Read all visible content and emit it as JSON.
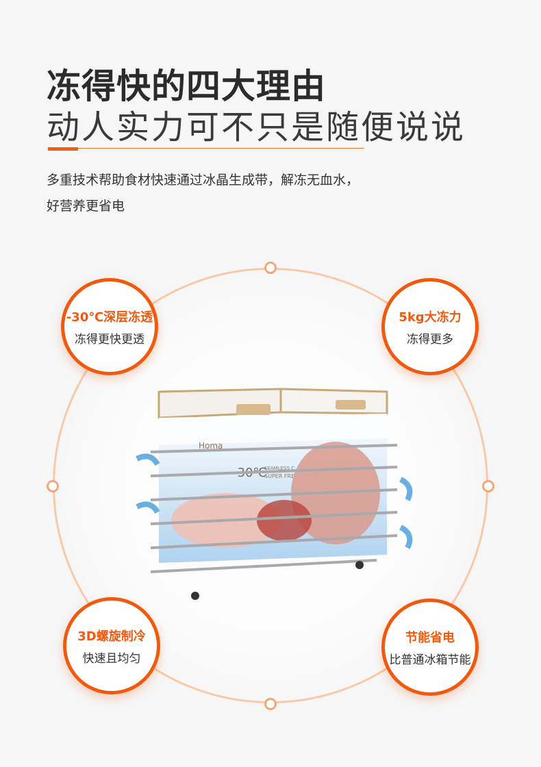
{
  "header": {
    "title": "冻得快的四大理由",
    "subtitle": "动人实力可不只是随便说说",
    "description_line1": "多重技术帮助食材快速通过冰晶生成带，解冻无血水，",
    "description_line2": "好营养更省电"
  },
  "features": [
    {
      "heading": "-30℃深层冻透",
      "text": "冻得更快更透"
    },
    {
      "heading": "5kg大冻力",
      "text": "冻得更多"
    },
    {
      "heading": "3D螺旋制冷",
      "text": "快速且均匀"
    },
    {
      "heading": "节能省电",
      "text": "比普通冰箱节能"
    }
  ],
  "product": {
    "brand": "Homa",
    "temp": "-30℃",
    "panel_text1": "SEAMLESS C",
    "panel_text2": "SUPER FRE"
  },
  "colors": {
    "accent": "#f05a0f",
    "ring": "#f8c9a8",
    "text": "#2b2b2b"
  }
}
